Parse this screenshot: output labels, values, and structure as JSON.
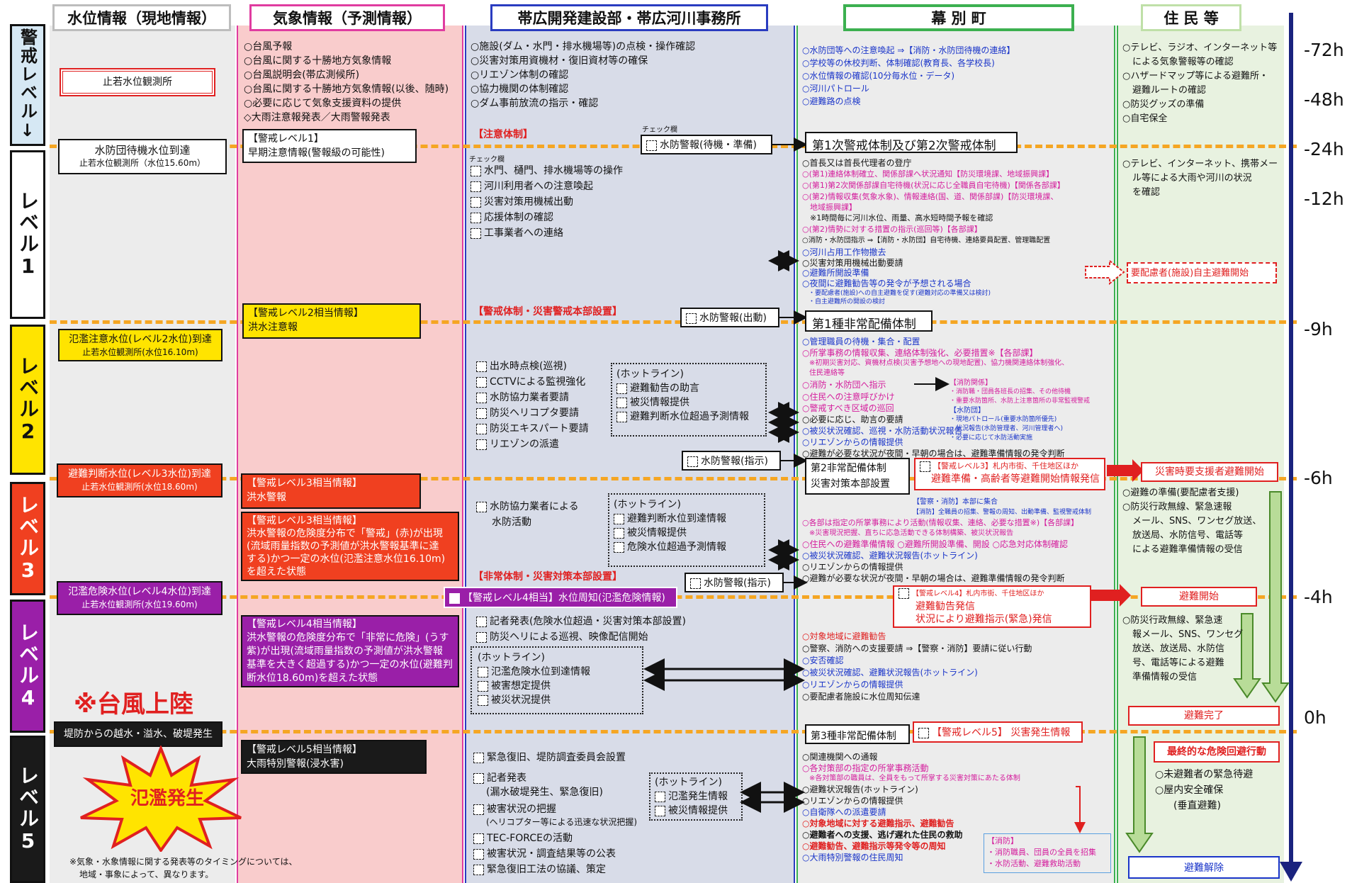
{
  "headers": {
    "suii": "水位情報（現地情報）",
    "kisho": "気象情報（予測情報）",
    "obihiro": "帯広開発建設部・帯広河川事務所",
    "makubetsu": "幕 別 町",
    "jumin": "住 民 等"
  },
  "levels": {
    "keikai": "警戒レベル↓",
    "l1": "レベル1",
    "l2": "レベル2",
    "l3": "レベル3",
    "l4": "レベル4",
    "l5": "レベル5"
  },
  "hours": [
    "-72h",
    "-48h",
    "-24h",
    "-12h",
    "-9h",
    "-6h",
    "-4h",
    "0h"
  ],
  "suii": {
    "station": "止若水位観測所",
    "l1_title": "水防団待機水位到達",
    "l1_sub": "止若水位観測所（水位15.60m）",
    "l2_title": "氾濫注意水位(レベル2水位)到達",
    "l2_sub": "止若水位観測所(水位16.10m)",
    "l3_title": "避難判断水位(レベル3水位)到達",
    "l3_sub": "止若水位観測所(水位18.60m)",
    "l4_title": "氾濫危険水位(レベル4水位)到達",
    "l4_sub": "止若水位観測所(水位19.60m)",
    "l5_title": "堤防からの越水・溢水、破堤発生",
    "typhoon": "※台風上陸",
    "flood": "氾濫発生",
    "note1": "※気象・水象情報に関する発表等のタイミングについては、",
    "note2": "地域・事象によって、異なります。"
  },
  "kisho": {
    "pre": [
      "○台風予報",
      "○台風に関する十勝地方気象情報",
      "○台風説明会(帯広測候所)",
      "○台風に関する十勝地方気象情報(以後、随時)",
      "○必要に応じて気象支援資料の提供",
      "◇大雨注意報発表／大雨警報発表"
    ],
    "l1": [
      "【警戒レベル1】",
      "早期注意情報(警報級の可能性)"
    ],
    "l2": [
      "【警戒レベル2相当情報】",
      "洪水注意報"
    ],
    "l3a": [
      "【警戒レベル3相当情報】",
      "洪水警報"
    ],
    "l3b": [
      "【警戒レベル3相当情報】",
      "洪水警報の危険度分布で「警戒」(赤)が出現",
      "(流域雨量指数の予測値が洪水警報基準に達",
      "する)かつ一定の水位(氾濫注意水位16.10m)",
      "を超えた状態"
    ],
    "l4": [
      "【警戒レベル4相当情報】",
      "洪水警報の危険度分布で「非常に危険」(うす",
      "紫)が出現(流域雨量指数の予測値が洪水警報",
      "基準を大きく超過する)かつ一定の水位(避難判",
      "断水位18.60m)を超えた状態"
    ],
    "l5": [
      "【警戒レベル5相当情報】",
      "大雨特別警報(浸水害)"
    ]
  },
  "obihiro": {
    "pre": [
      "○施設(ダム・水門・排水機場等)の点検・操作確認",
      "○災害対策用資機材・復旧資材等の確保",
      "○リエゾン体制の確認",
      "○協力機関の体制確認",
      "○ダム事前放流の指示・確認"
    ],
    "chui": "【注意体制】",
    "check": "チェック欄",
    "suibo1": "水防警報(待機・準備)",
    "l1": [
      "水門、樋門、排水機場等の操作",
      "河川利用者への注意喚起",
      "災害対策用機械出動",
      "応援体制の確認",
      "工事業者への連絡"
    ],
    "keikai_hq": "【警戒体制・災害警戒本部設置】",
    "suibo2": "水防警報(出動)",
    "l2": [
      "出水時点検(巡視)",
      "CCTVによる監視強化",
      "水防協力業者要請",
      "防災ヘリコプタ要請",
      "防災エキスパート要請",
      "リエゾンの派遣"
    ],
    "hotline": "(ホットライン)",
    "l2_hot": [
      "避難勧告の助言",
      "被災情報提供",
      "避難判断水位超過予測情報"
    ],
    "suibo3": "水防警報(指示)",
    "l3": [
      "水防協力業者による",
      "水防活動"
    ],
    "l3_hot": [
      "避難判断水位到達情報",
      "被災情報提供",
      "危険水位超過予測情報"
    ],
    "hijo": "【非常体制・災害対策本部設置】",
    "suibo4": "水防警報(指示)",
    "l4_notice": "【警戒レベル4相当】水位周知(氾濫危険情報)",
    "l4": [
      "記者発表(危険水位超過・災害対策本部設置)",
      "防災ヘリによる巡視、映像配信開始"
    ],
    "l4_hot": [
      "氾濫危険水位到達情報",
      "被害想定提供",
      "被災状況提供"
    ],
    "l5": [
      "緊急復旧、堤防調査委員会設置",
      "記者発表",
      "(漏水破堤発生、緊急復旧)",
      "被害状況の把握",
      "(ヘリコプター等による迅速な状況把握)",
      "TEC-FORCEの活動",
      "被害状況・調査結果等の公表",
      "緊急復旧工法の協議、策定"
    ],
    "l5_hot": [
      "氾濫発生情報",
      "被災情報提供"
    ]
  },
  "makubetsu": {
    "pre": [
      "○水防団等への注意喚起 ⇒【消防・水防団待機の連絡】",
      "○学校等の休校判断、体制確認(教育長、各学校長)",
      "○水位情報の確認(10分毎水位・データ)",
      "○河川パトロール",
      "○避難路の点検"
    ],
    "tai1": "第1次警戒体制及び第2次警戒体制",
    "l1": [
      "○首長又は首長代理者の登庁",
      "○(第1)連絡体制確立、関係部課へ状況通知【防災環境課、地域振興課】",
      "○(第1)第2次関係部課自宅待機(状況に応じ全職員自宅待機)【関係各部課】",
      "○(第2)情報収集(気象水象)、情報連絡(国、道、関係部課)【防災環境課、",
      "　地域振興課】",
      "　※1時間毎に河川水位、雨量、高水短時間予報を確認",
      "○(第2)情勢に対する措置の指示(巡回等)【各部課】",
      "○消防・水防団指示 ⇒【消防・水防団】自宅待機、連絡要員配置、管理職配置",
      "○河川占用工作物撤去",
      "○災害対策用機械出動要請",
      "○避難所開設準備",
      "○夜間に避難勧告等の発令が予想される場合",
      "　・要配慮者(施設)への自主避難を促す(避難対応の準備又は検討)",
      "　・自主避難所の開設の検討"
    ],
    "tai2": "第1種非常配備体制",
    "l2": [
      "○管理職員の待機・集合・配置",
      "○所掌事務の情報収集、連絡体制強化、必要措置※【各部課】",
      "　※初期災害対応、資機材点検(災害予想地への現地配置)、協力機関連絡体制強化、",
      "　住民連絡等",
      "○消防・水防団へ指示",
      "○住民への注意呼びかけ",
      "○警戒すべき区域の巡回",
      "○必要に応じ、助言の要請",
      "○被災状況確認、巡視・水防活動状況報告",
      "○リエゾンからの情報提供",
      "○避難が必要な状況が夜間・早朝の場合は、避難準備情報の発令判断"
    ],
    "l2_fire": [
      "【消防関係】",
      "・消防職・団員各班長の招集、その他待機",
      "・重要水防箇所、水防上注意箇所の非常監視警戒",
      "【水防団】",
      "・現地パトロール(重要水防箇所優先)",
      "・状況報告(水防管理者、河川管理者へ)",
      "・必要に応じて水防活動実施"
    ],
    "tai3": [
      "第2非常配備体制",
      "災害対策本部設置"
    ],
    "l3_alert": [
      "【警戒レベル3】札内市街、千住地区ほか",
      "避難準備・高齢者等避難開始情報発信"
    ],
    "l3": [
      "【警察・消防】本部に集合",
      "【消防】全職員の招集、警報の周知、出動準備、監視警戒体制",
      "○各部は指定の所掌事務により活動(情報収集、連絡、必要な措置※)【各部課】",
      "　※災害現況把握、直ちに応急活動できる体制構築、被災状況報告",
      "○住民への避難準備情報 ○避難所開設準備、開設 ○応急対応体制確認",
      "○被災状況確認、避難状況報告(ホットライン)",
      "○リエゾンからの情報提供",
      "○避難が必要な状況が夜間・早朝の場合は、避難準備情報の発令判断"
    ],
    "l4_alert": [
      "【警戒レベル4】札内市街、千住地区ほか",
      "避難勧告発信",
      "状況により避難指示(緊急)発信"
    ],
    "l4": [
      "○対象地域に避難勧告",
      "○警察、消防への支援要請 ⇒【警察・消防】要請に従い行動",
      "○安否確認",
      "○被災状況確認、避難状況報告(ホットライン)",
      "○リエゾンからの情報提供",
      "○要配慮者施設に水位周知伝達"
    ],
    "tai5": "第3種非常配備体制",
    "l5_alert": "【警戒レベル5】 災害発生情報",
    "l5": [
      "○関連機関への通報",
      "○各対策部の指定の所掌事務活動",
      "　※各対策部の職員は、全員をもって所掌する災害対策にあたる体制",
      "○避難状況報告(ホットライン)",
      "○リエゾンからの情報提供",
      "○自衛隊への派遣要請",
      "○対象地域に対する避難指示、避難勧告",
      "○避難者への支援、逃げ遅れた住民の救助",
      "○避難勧告、避難指示等発令等の周知",
      "○大雨特別警報の住民周知"
    ],
    "l5_fire": [
      "【消防】",
      "・消防職員、団員の全員を招集",
      "・水防活動、避難救助活動"
    ]
  },
  "jumin": {
    "pre": [
      "○テレビ、ラジオ、インターネット等",
      "による気象警報等の確認",
      "○ハザードマップ等による避難所・",
      "避難ルートの確認",
      "○防災グッズの準備",
      "○自宅保全"
    ],
    "l1": [
      "○テレビ、インターネット、携帯メー",
      "ル等による大雨や河川の状況",
      "を確認"
    ],
    "l1_alert": "要配慮者(施設)自主避難開始",
    "l3_alert": "災害時要支援者避難開始",
    "l3": [
      "○避難の準備(要配慮者支援)",
      "○防災行政無線、緊急速報",
      "メール、SNS、ワンセグ放送、",
      "放送局、水防信号、電話等",
      "による避難準備情報の受信"
    ],
    "l4_alert": "避難開始",
    "l4": [
      "○防災行政無線、緊急速",
      "報メール、SNS、ワンセグ",
      "放送、放送局、水防信",
      "号、電話等による避難",
      "準備情報の受信"
    ],
    "done": "避難完了",
    "final_title": "最終的な危険回避行動",
    "final": [
      "○未避難者の緊急待避",
      "○屋内安全確保",
      "(垂直避難)"
    ],
    "release": "避難解除"
  }
}
